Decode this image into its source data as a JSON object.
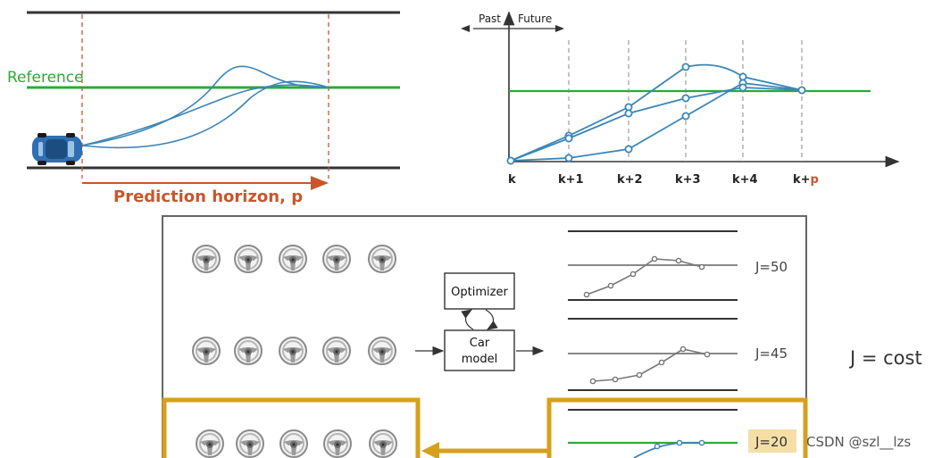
{
  "road_panel": {
    "reference_label": "Reference",
    "horizon_label": "Prediction horizon, p",
    "colors": {
      "road": "#333333",
      "reference": "#2fa83a",
      "trajectory": "#3b86b8",
      "horizon": "#c8562b",
      "car": "#2f6fb3"
    }
  },
  "timeline_panel": {
    "past_label": "Past",
    "future_label": "Future",
    "ticks": [
      "k",
      "k+1",
      "k+2",
      "k+3",
      "k+4",
      "k+"
    ],
    "last_tick_suffix": "p"
  },
  "mpc_panel": {
    "optimizer_label": "Optimizer",
    "car_model_label_line1": "Car",
    "car_model_label_line2": "model",
    "rows": [
      {
        "cost": "J=50"
      },
      {
        "cost": "J=45"
      },
      {
        "cost": "J=20"
      }
    ],
    "cost_legend": "J = cost",
    "highlight_color": "#d6a01e",
    "selected_badge_color": "#f6dfa6",
    "icon": "steering-wheel-icon"
  },
  "watermark": "CSDN @szl__lzs"
}
